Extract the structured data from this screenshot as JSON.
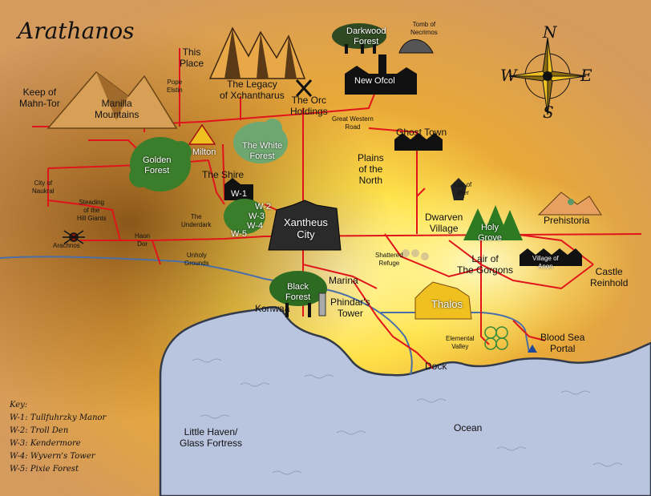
{
  "map": {
    "title": "Arathanos",
    "colors": {
      "land_edge": "#d9a25a",
      "land_glow": "#ffe24a",
      "water": "#b9c4df",
      "coast": "#333b4a",
      "road": "#e0141b",
      "river": "#4a6fa8",
      "forest": "#3a7d2a"
    },
    "compass": {
      "north": "N",
      "south": "S",
      "east": "E",
      "west": "W"
    },
    "key": {
      "title": "Key:",
      "entries": [
        "W-1: Tullfuhrzky Manor",
        "W-2: Troll Den",
        "W-3: Kendermore",
        "W-4: Wyvern's Tower",
        "W-5: Pixie Forest"
      ]
    },
    "labels": {
      "keep_of_mahn_tor": "Keep of\nMahn-Tor",
      "manilla_mountains": "Manilla\nMountains",
      "pope_elstin": "Pope\nElstin",
      "this_place": "This\nPlace",
      "legacy": "The Legacy\nof Xchantharus",
      "darkwood_forest": "Darkwood\nForest",
      "tomb_of_necrimos": "Tomb of\nNecrimos",
      "new_ofcol": "New Ofcol",
      "orc_holdings": "The Orc\nHoldings",
      "great_western_road": "Great Western\nRoad",
      "milton": "Milton",
      "white_forest": "The White\nForest",
      "golden_forest": "Golden\nForest",
      "ghost_town": "Ghost Town",
      "plains_of_the_north": "Plains\nof the\nNorth",
      "the_shire": "The Shire",
      "city_of_naukral": "City of\nNaukral",
      "lair_of_jher": "Lair of\nJher",
      "w1": "W-1",
      "w2": "W-2",
      "w3": "W-3",
      "w4": "W-4",
      "w5": "W-5",
      "steading": "Steading\nof the\nHill Giants",
      "the_underdark": "The\nUnderdark",
      "xantheus_city": "Xantheus\nCity",
      "dwarven_village": "Dwarven\nVillage",
      "holy_grove": "Holy\nGrove",
      "prehistoria": "Prehistoria",
      "haon_dor": "Haon\nDor",
      "arachnos": "Arachnos",
      "unholy_grounds": "Unholy\nGrounds",
      "shattered_refuge": "Shattered\nRefuge",
      "lair_of_gorgons": "Lair of\nThe Gorgons",
      "village_of_anon": "Village of\nAnon",
      "castle_reinhold": "Castle\nReinhold",
      "marina": "Marina",
      "black_forest": "Black\nForest",
      "konwaa": "Konwaa",
      "phindars_tower": "Phindar's\nTower",
      "thalos": "Thalos",
      "elemental_valley": "Elemental\nValley",
      "blood_sea_portal": "Blood Sea\nPortal",
      "dock": "Dock",
      "little_haven": "Little Haven/\nGlass Fortress",
      "ocean": "Ocean"
    }
  }
}
